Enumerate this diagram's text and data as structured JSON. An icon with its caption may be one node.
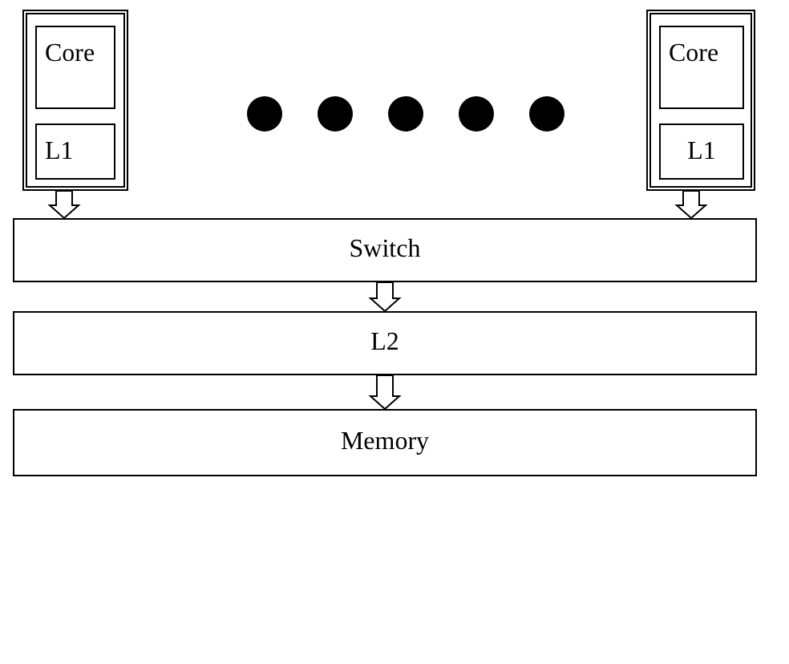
{
  "diagram": {
    "nodes": [
      {
        "text": [],
        "shape": "box"
      },
      {
        "text": [
          "Core"
        ],
        "in": 0
      },
      {
        "text": [
          "L1"
        ],
        "in": 0
      },
      {
        "text": [],
        "shape": "box"
      },
      {
        "text": [
          "Core"
        ],
        "in": 3
      },
      {
        "text": [
          "L1"
        ],
        "in": 3
      },
      {
        "text": [
          "Switch"
        ]
      },
      {
        "text": [
          "L2"
        ]
      },
      {
        "text": [
          "Memory"
        ]
      }
    ],
    "edges": [
      {
        "from": 0,
        "to": 6,
        "arrow": "to"
      },
      {
        "from": 3,
        "to": 6,
        "arrow": "to"
      },
      {
        "from": 6,
        "to": 7,
        "arrow": "to"
      },
      {
        "from": 7,
        "to": 8,
        "arrow": "to"
      }
    ]
  }
}
